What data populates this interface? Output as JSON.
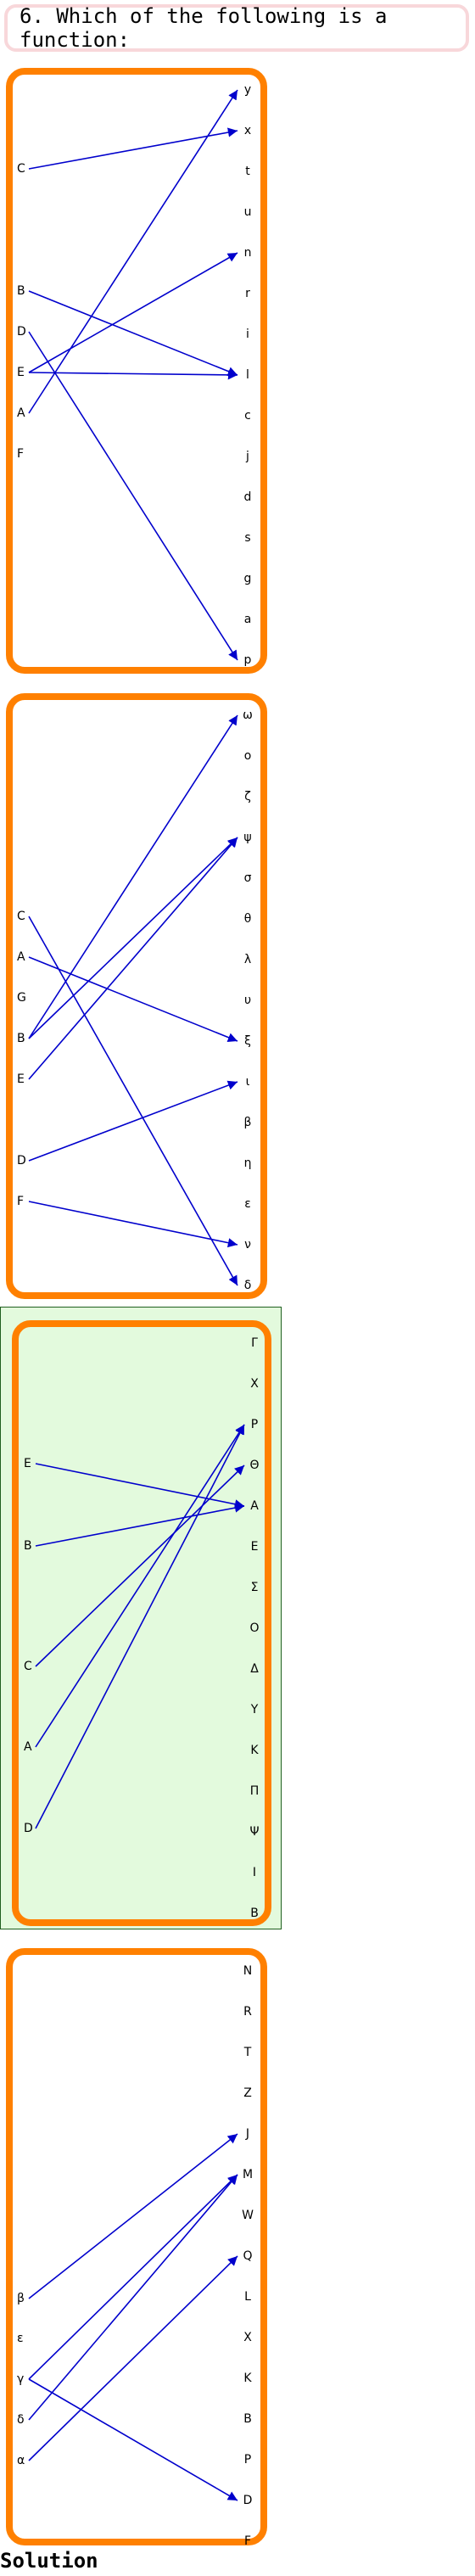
{
  "question": {
    "text": "6. Which of the following is a function:"
  },
  "colors": {
    "frame": "#ff8000",
    "arrow": "#0000cc",
    "highlight": "#e3fadd",
    "question_border": "#f8d7da"
  },
  "panels": [
    {
      "left": [
        "C",
        "B",
        "D",
        "E",
        "A",
        "F"
      ],
      "right": [
        "y",
        "x",
        "t",
        "u",
        "n",
        "r",
        "i",
        "l",
        "c",
        "j",
        "d",
        "s",
        "g",
        "a",
        "p"
      ],
      "edges": [
        [
          "C",
          "x"
        ],
        [
          "B",
          "l"
        ],
        [
          "D",
          "p"
        ],
        [
          "E",
          "n"
        ],
        [
          "E",
          "l"
        ],
        [
          "A",
          "y"
        ]
      ],
      "highlighted": false
    },
    {
      "left": [
        "C",
        "A",
        "G",
        "B",
        "E",
        "D",
        "F"
      ],
      "right": [
        "ω",
        "ο",
        "ζ",
        "ψ",
        "σ",
        "θ",
        "λ",
        "υ",
        "ξ",
        "ι",
        "β",
        "η",
        "ε",
        "ν",
        "δ"
      ],
      "edges": [
        [
          "C",
          "δ"
        ],
        [
          "A",
          "ξ"
        ],
        [
          "B",
          "ω"
        ],
        [
          "B",
          "ψ"
        ],
        [
          "E",
          "ψ"
        ],
        [
          "D",
          "ι"
        ],
        [
          "F",
          "ν"
        ]
      ],
      "highlighted": false
    },
    {
      "left": [
        "E",
        "B",
        "C",
        "A",
        "D"
      ],
      "right": [
        "Γ",
        "X",
        "P",
        "Θ",
        "A",
        "E",
        "Σ",
        "O",
        "Δ",
        "Y",
        "K",
        "Π",
        "Ψ",
        "I",
        "B"
      ],
      "edges": [
        [
          "E",
          "A"
        ],
        [
          "B",
          "A"
        ],
        [
          "C",
          "Θ"
        ],
        [
          "A",
          "P"
        ],
        [
          "D",
          "P"
        ]
      ],
      "highlighted": true
    },
    {
      "left": [
        "β",
        "ε",
        "γ",
        "δ",
        "α"
      ],
      "right": [
        "N",
        "R",
        "T",
        "Z",
        "J",
        "M",
        "W",
        "Q",
        "L",
        "X",
        "K",
        "B",
        "P",
        "D",
        "F"
      ],
      "edges": [
        [
          "β",
          "J"
        ],
        [
          "γ",
          "M"
        ],
        [
          "γ",
          "D"
        ],
        [
          "δ",
          "M"
        ],
        [
          "α",
          "Q"
        ]
      ],
      "highlighted": false
    }
  ],
  "solution": {
    "label": "Solution"
  }
}
